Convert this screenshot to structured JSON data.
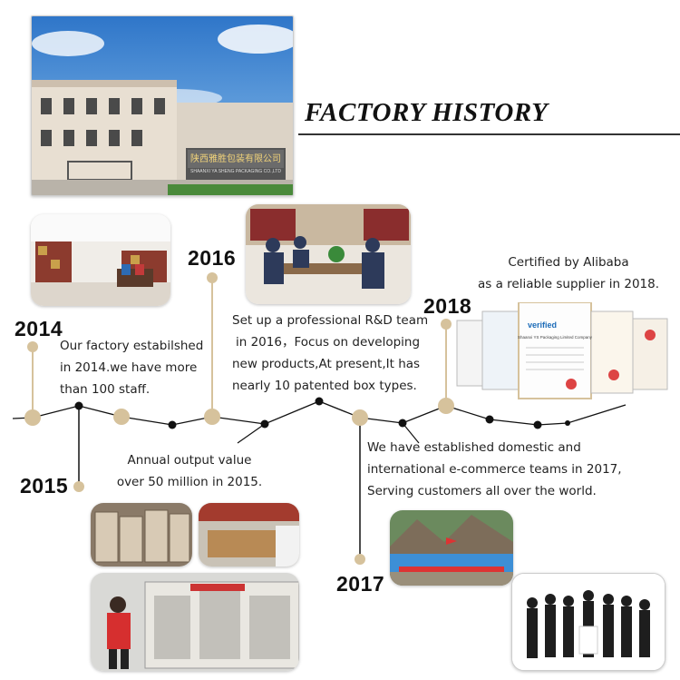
{
  "header": {
    "title": "FACTORY HISTORY",
    "sign_cn": "陕西雅胜包装有限公司",
    "sign_en": "SHAANXI YA SHENG PACKAGING CO.,LTD"
  },
  "milestones": [
    {
      "year": "2014",
      "lines": [
        "Our factory estabilshed",
        "in 2014.we have more",
        "than 100 staff."
      ]
    },
    {
      "year": "2015",
      "lines": [
        "Annual output value",
        "over 50 million in 2015."
      ]
    },
    {
      "year": "2016",
      "lines": [
        "Set up a professional R&D team",
        "in 2016，Focus on developing",
        "new products,At present,It has",
        "nearly 10 patented box types."
      ]
    },
    {
      "year": "2017",
      "lines": [
        "We have established domestic and",
        "international e-commerce teams in 2017,",
        "Serving customers all over the world."
      ]
    },
    {
      "year": "2018",
      "lines": [
        "Certified by Alibaba",
        "as a reliable supplier in 2018."
      ]
    }
  ],
  "certificates": {
    "verified_label": "verified",
    "company": "Shaanxi YS Packaging Limited Company"
  },
  "colors": {
    "accent_gold": "#d6c29c",
    "timeline": "#111111"
  }
}
